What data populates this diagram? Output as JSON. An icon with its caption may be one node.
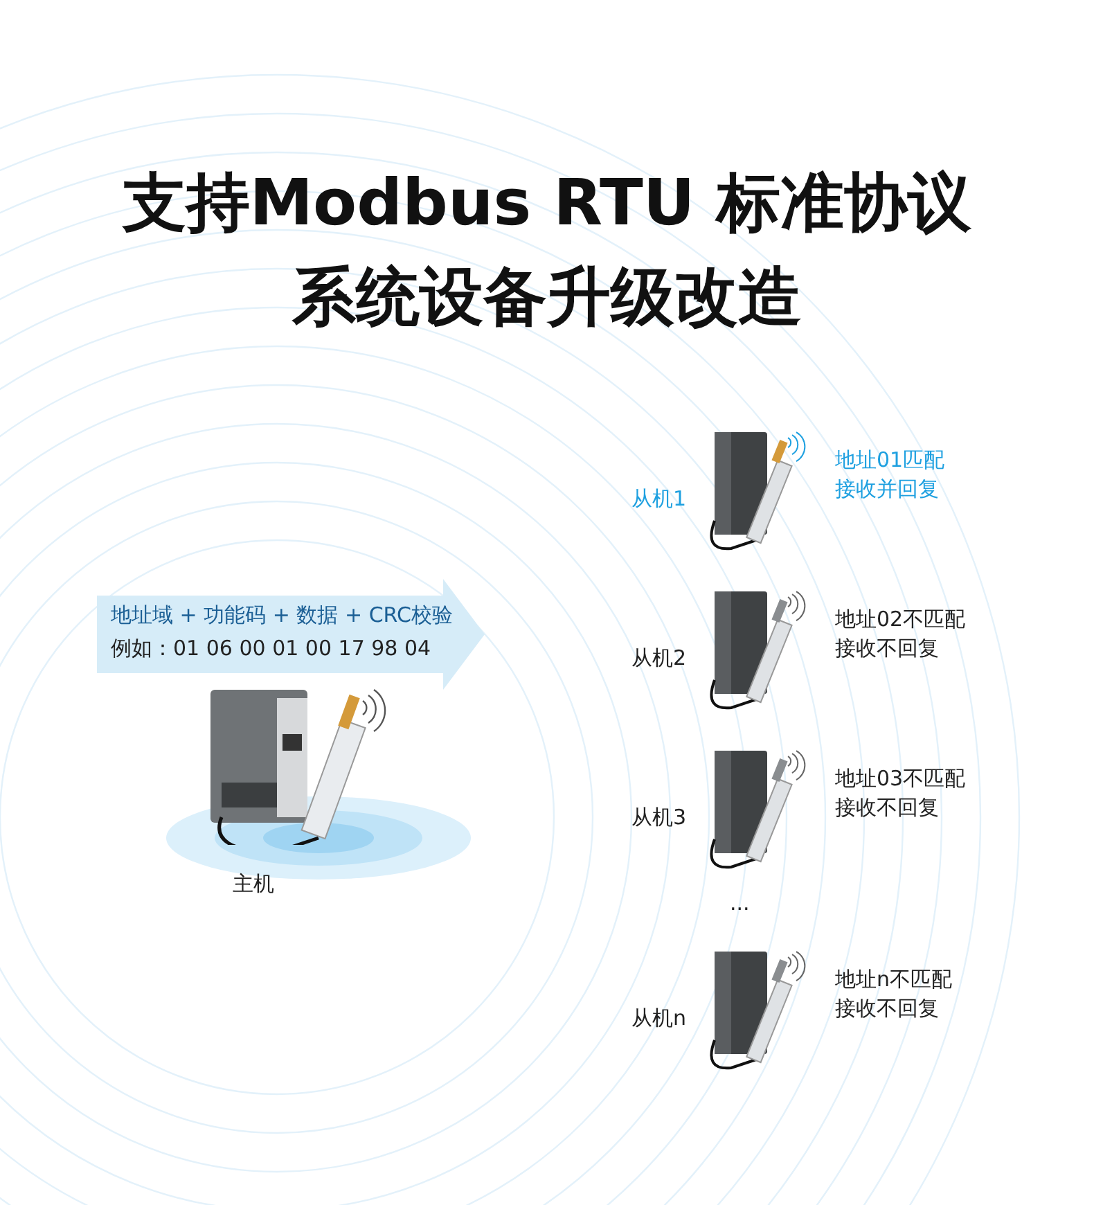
{
  "diagram": {
    "title": "支持Modbus RTU 标准协议系统设备升级改造",
    "nodes": [
      {
        "text": [
          "地址域 + 功能码 + 数据 + CRC校验",
          "例如：01  06  00 01  00 17  98 04"
        ]
      },
      {
        "text": [],
        "shape": "picture",
        "beside": [
          "主机"
        ]
      },
      {
        "text": [],
        "shape": "picture",
        "beside": [
          "从机1",
          "地址01匹配",
          "接收并回复"
        ]
      },
      {
        "text": [],
        "shape": "picture",
        "beside": [
          "从机2",
          "地址02不匹配",
          "接收不回复"
        ]
      },
      {
        "text": [],
        "shape": "picture",
        "beside": [
          "从机3",
          "地址03不匹配",
          "接收不回复"
        ]
      },
      {
        "text": [],
        "shape": "picture",
        "beside": [
          "从机n",
          "地址n不匹配",
          "接收不回复"
        ]
      }
    ],
    "labels": [
      "..."
    ]
  }
}
